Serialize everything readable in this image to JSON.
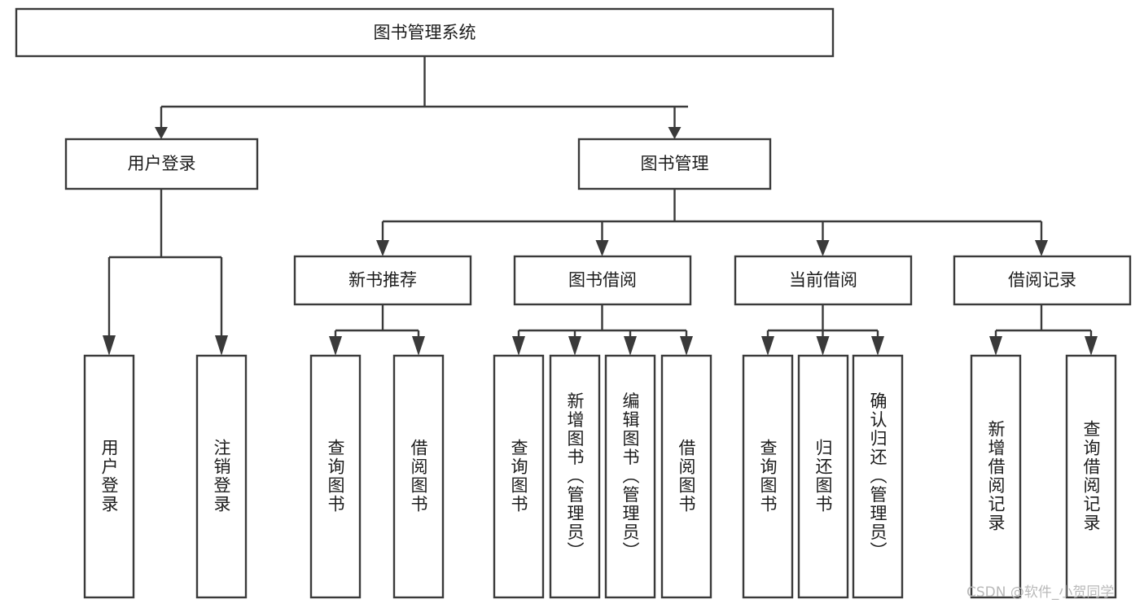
{
  "diagram": {
    "type": "tree-hierarchy",
    "title": "图书管理系统",
    "watermark": "CSDN @软件_小贺同学",
    "colors": {
      "box_fill": "#ffffff",
      "box_stroke": "#3a3a3a",
      "text": "#1c1c1c",
      "background": "#ffffff",
      "watermark": "#b9b9b9"
    },
    "levels": {
      "level0": "根节点",
      "level1": "模块",
      "level2": "子模块",
      "level3": "功能"
    },
    "nodes": {
      "root": {
        "label": "图书管理系统",
        "orientation": "horizontal"
      },
      "level1": [
        {
          "label": "用户登录",
          "orientation": "horizontal"
        },
        {
          "label": "图书管理",
          "orientation": "horizontal"
        }
      ],
      "level2": [
        {
          "label": "新书推荐",
          "orientation": "horizontal",
          "parent": "图书管理"
        },
        {
          "label": "图书借阅",
          "orientation": "horizontal",
          "parent": "图书管理"
        },
        {
          "label": "当前借阅",
          "orientation": "horizontal",
          "parent": "图书管理"
        },
        {
          "label": "借阅记录",
          "orientation": "horizontal",
          "parent": "图书管理"
        }
      ],
      "leaves": [
        {
          "label": "用户登录",
          "orientation": "vertical",
          "parent": "用户登录"
        },
        {
          "label": "注销登录",
          "orientation": "vertical",
          "parent": "用户登录"
        },
        {
          "label": "查询图书",
          "orientation": "vertical",
          "parent": "新书推荐"
        },
        {
          "label": "借阅图书",
          "orientation": "vertical",
          "parent": "新书推荐"
        },
        {
          "label": "查询图书",
          "orientation": "vertical",
          "parent": "图书借阅"
        },
        {
          "label": "新增图书（管理员）",
          "orientation": "vertical",
          "parent": "图书借阅"
        },
        {
          "label": "编辑图书（管理员）",
          "orientation": "vertical",
          "parent": "图书借阅"
        },
        {
          "label": "借阅图书",
          "orientation": "vertical",
          "parent": "图书借阅"
        },
        {
          "label": "查询图书",
          "orientation": "vertical",
          "parent": "当前借阅"
        },
        {
          "label": "归还图书",
          "orientation": "vertical",
          "parent": "当前借阅"
        },
        {
          "label": "确认归还（管理员）",
          "orientation": "vertical",
          "parent": "当前借阅"
        },
        {
          "label": "新增借阅记录",
          "orientation": "vertical",
          "parent": "借阅记录"
        },
        {
          "label": "查询借阅记录",
          "orientation": "vertical",
          "parent": "借阅记录"
        }
      ]
    }
  }
}
